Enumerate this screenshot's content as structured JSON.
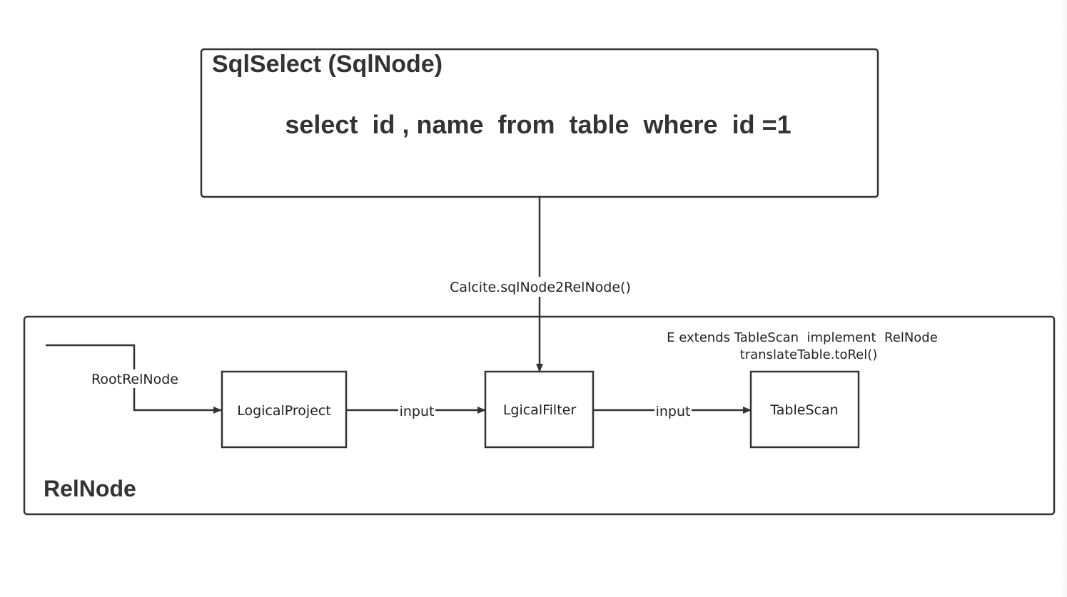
{
  "sql_select_box": {
    "title": "SqlSelect (SqlNode)",
    "query": "select  id , name  from  table  where  id =1"
  },
  "conversion_label": "Calcite.sqlNode2RelNode()",
  "relnode_box": {
    "title": "RelNode",
    "root_label": "RootRelNode",
    "nodes": {
      "logical_project": "LogicalProject",
      "logical_filter": "LgicalFilter",
      "table_scan": "TableScan"
    },
    "edges": {
      "project_to_filter": "input",
      "filter_to_scan": "input"
    },
    "note_line1": "E extends TableScan  implement  RelNode",
    "note_line2": "translateTable.toRel()"
  },
  "colors": {
    "stroke": "#333333",
    "text": "#222222",
    "background": "#ffffff"
  }
}
